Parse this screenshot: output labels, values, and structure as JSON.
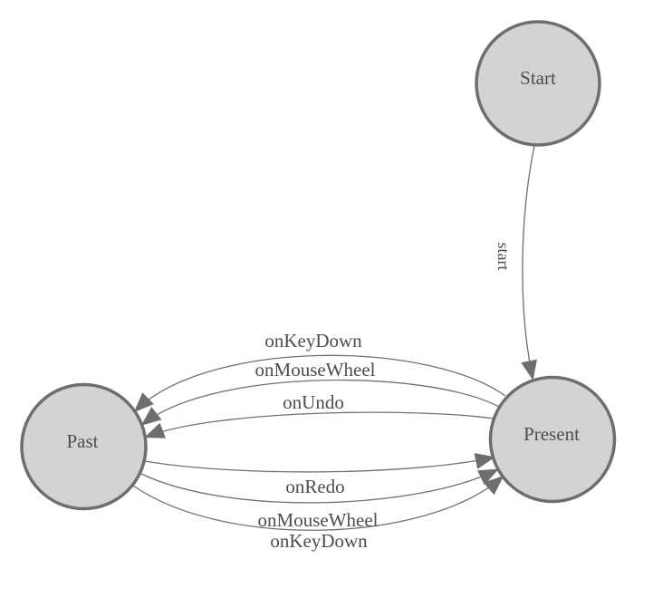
{
  "diagram": {
    "type": "state-machine",
    "background": "#ffffff",
    "nodes": [
      {
        "id": "start",
        "label": "Start"
      },
      {
        "id": "present",
        "label": "Present"
      },
      {
        "id": "past",
        "label": "Past"
      }
    ],
    "edges": [
      {
        "from": "Start",
        "to": "Present",
        "label": "start"
      },
      {
        "from": "Present",
        "to": "Past",
        "label": "onKeyDown"
      },
      {
        "from": "Present",
        "to": "Past",
        "label": "onMouseWheel"
      },
      {
        "from": "Present",
        "to": "Past",
        "label": "onUndo"
      },
      {
        "from": "Past",
        "to": "Present",
        "label": "onRedo"
      },
      {
        "from": "Past",
        "to": "Present",
        "label": "onMouseWheel"
      },
      {
        "from": "Past",
        "to": "Present",
        "label": "onKeyDown"
      }
    ],
    "colors": {
      "node_fill": "#d3d3d3",
      "node_border": "#6e6e6e",
      "edge_line": "#707070",
      "arrow_fill": "#6e6e6e",
      "label_text": "#4d4d4d",
      "background": "#ffffff"
    }
  }
}
